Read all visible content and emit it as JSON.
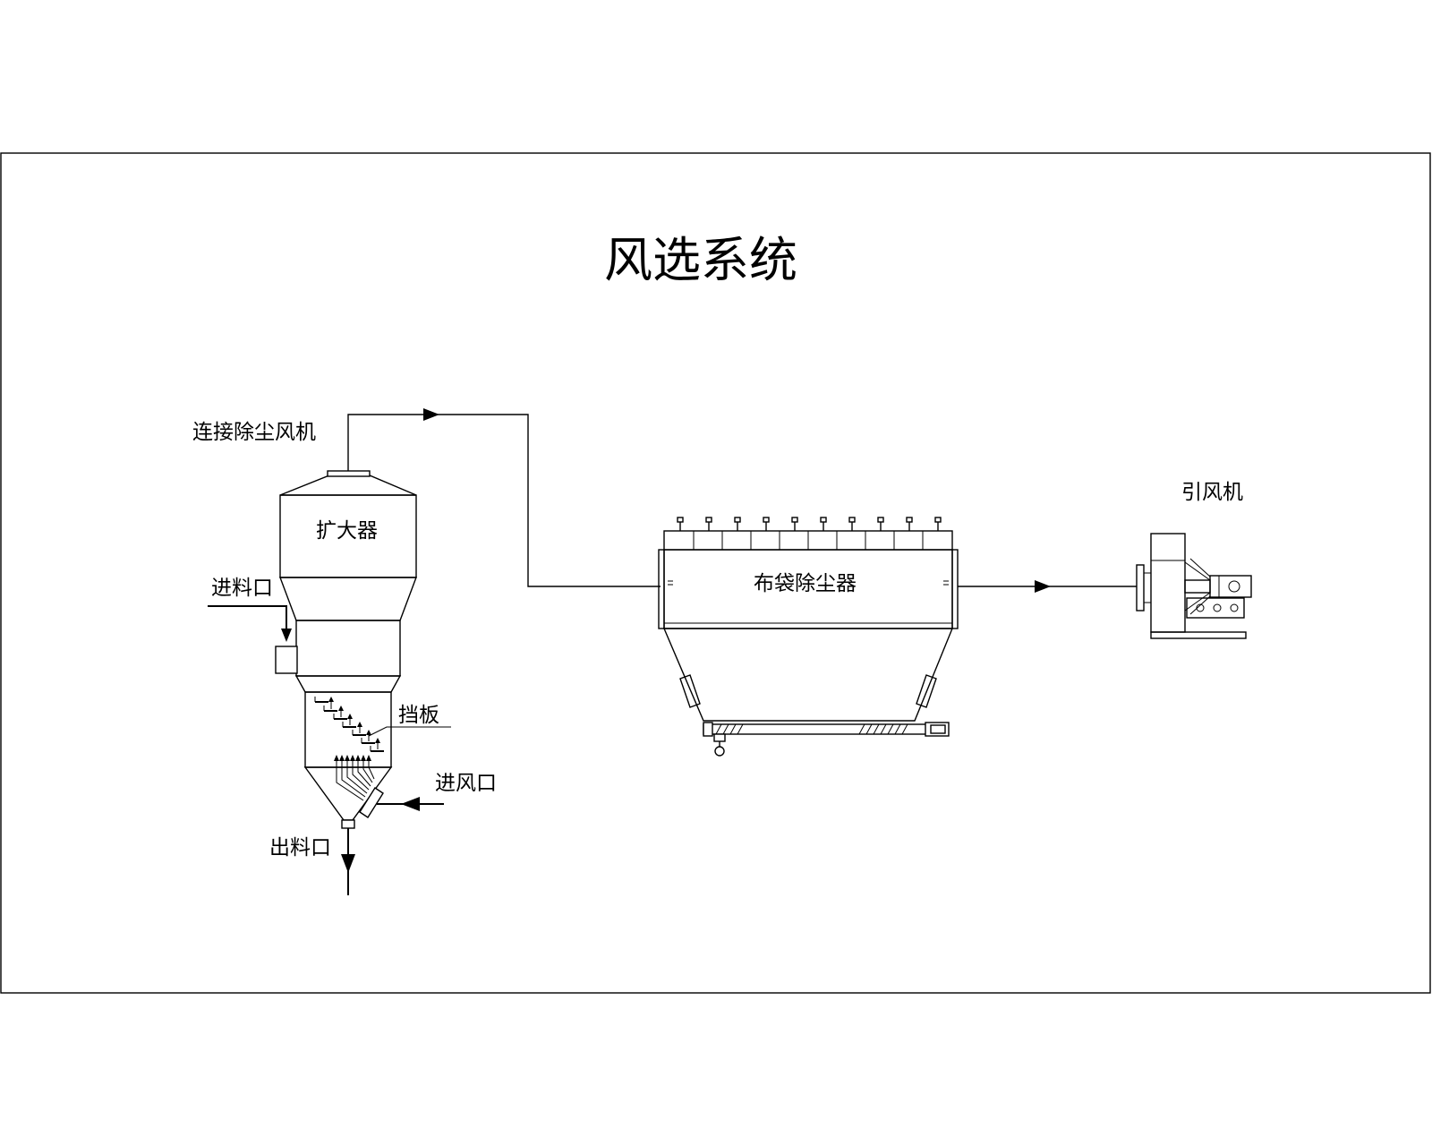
{
  "diagram": {
    "title": "风选系统",
    "labels": {
      "dust_fan_connection": "连接除尘风机",
      "expander": "扩大器",
      "feed_inlet": "进料口",
      "baffle": "挡板",
      "air_inlet": "进风口",
      "discharge_outlet": "出料口",
      "bag_filter": "布袋除尘器",
      "induced_draft_fan": "引风机"
    }
  }
}
